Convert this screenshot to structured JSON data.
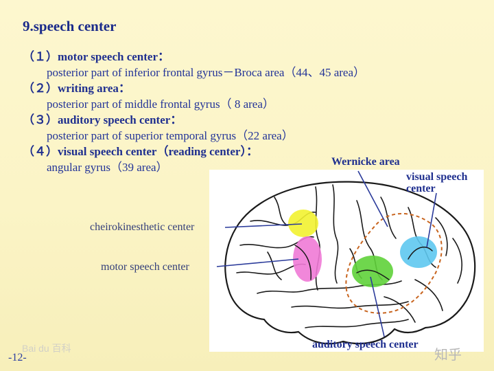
{
  "title": "9.speech center",
  "items": [
    {
      "heading": "（１）motor speech center：",
      "detail": "posterior part of inferior frontal gyrus－Broca area（44、45 area）"
    },
    {
      "heading": "（２）writing area：",
      "detail": "posterior part of middle frontal gyrus（ 8 area）"
    },
    {
      "heading": "（３）auditory speech center：",
      "detail": "posterior part of superior temporal gyrus（22 area）"
    },
    {
      "heading": "（４）visual speech center（reading center）：",
      "detail": "angular gyrus（39 area）"
    }
  ],
  "figure": {
    "labels": {
      "wernicke": "Wernicke area",
      "visual_line1": "visual speech",
      "visual_line2": "center",
      "cheirokinesthetic": "cheirokinesthetic center",
      "motor": "motor speech center",
      "auditory": "auditory speech center"
    },
    "colors": {
      "writing": "#f2f230",
      "motor": "#f07ad6",
      "auditory": "#5fd13a",
      "visual": "#5ec8f0",
      "wernicke_outline": "#c8641e",
      "pointer": "#2a3a9a"
    }
  },
  "page_number": "-12-",
  "watermarks": {
    "left": "Bai du 百科",
    "right": "知乎"
  }
}
